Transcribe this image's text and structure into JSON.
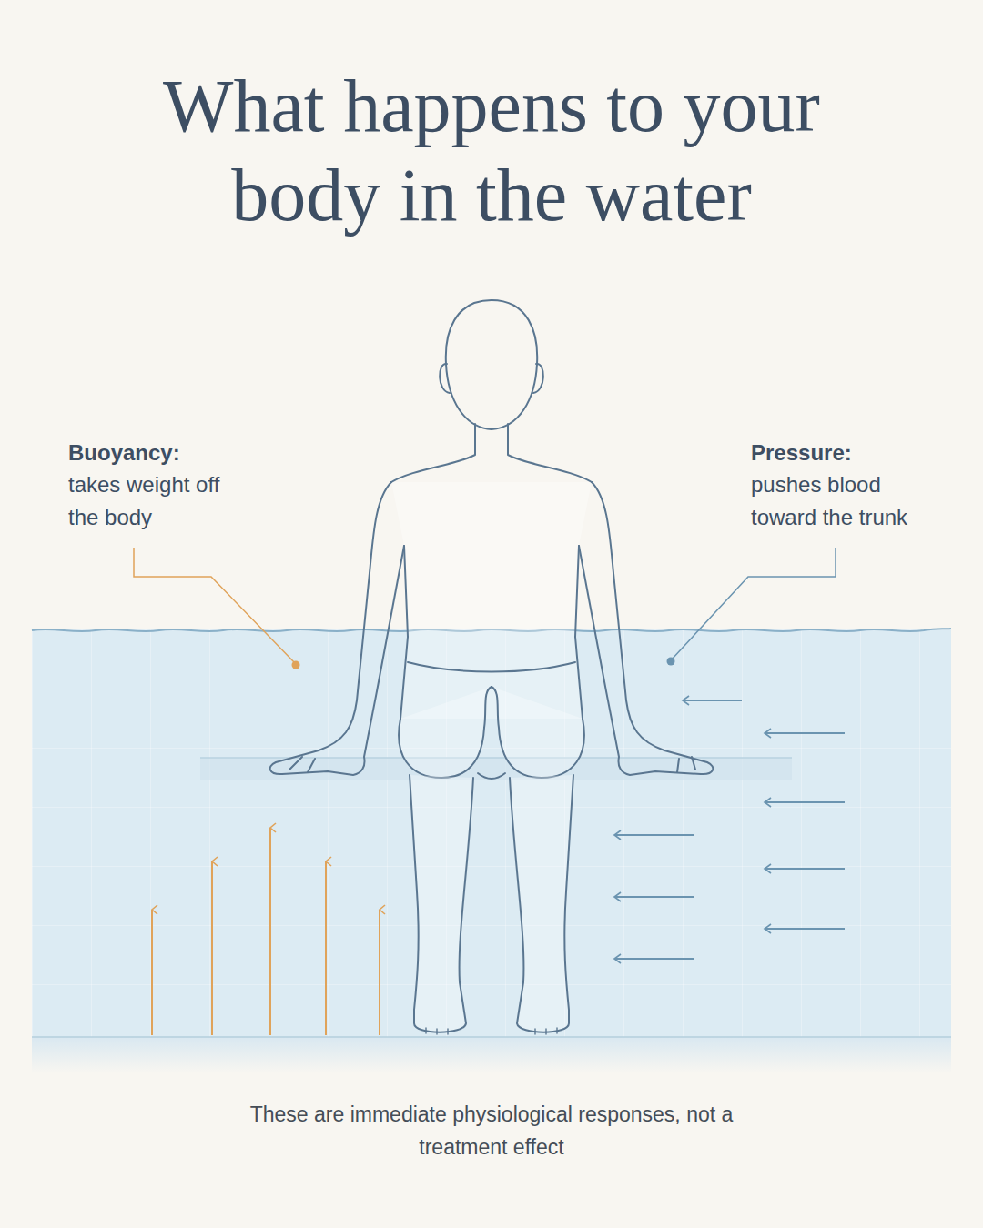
{
  "diagram": {
    "title": "What happens to your body in the water",
    "labels": [
      "Buoyancy:",
      "takes weight off the body",
      "Pressure:",
      "pushes blood toward the trunk"
    ],
    "caption": "These are immediate physiological responses, not a treatment effect"
  }
}
